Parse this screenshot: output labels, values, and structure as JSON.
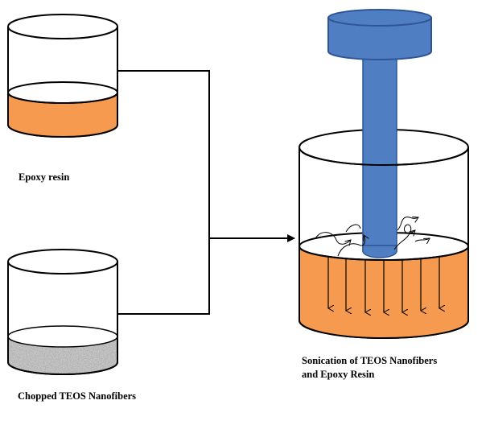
{
  "labels": {
    "epoxy": "Epoxy resin",
    "chopped": "Chopped TEOS Nanofibers",
    "sonication_line1": "Sonication of TEOS Nanofibers",
    "sonication_line2": "and Epoxy Resin"
  },
  "colors": {
    "resin": "#f69a4f",
    "probe": "#4f7ec2",
    "probe_edge": "#2f5597",
    "outline": "#000000",
    "fiber_base": "#c8c8c8"
  }
}
